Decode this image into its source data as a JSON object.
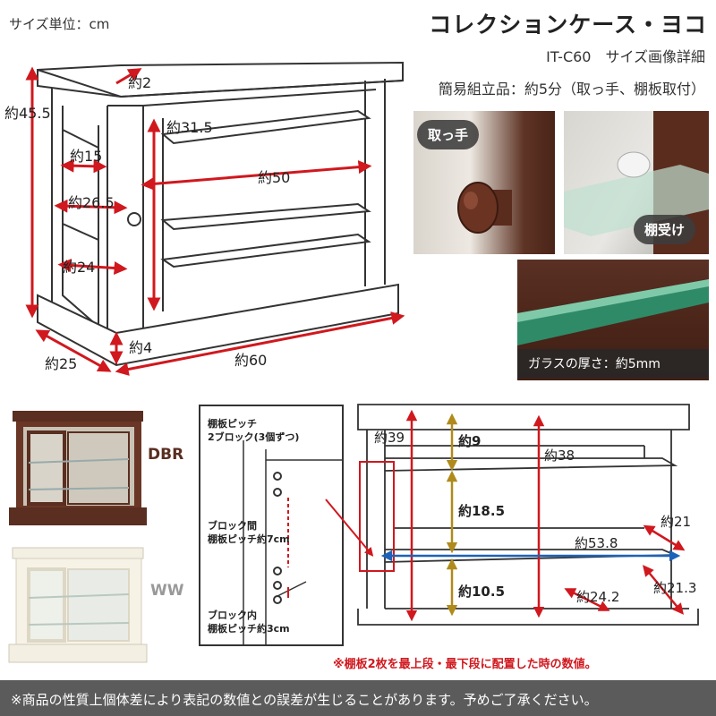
{
  "header": {
    "unit": "サイズ単位：cm",
    "title": "コレクションケース・ヨコ",
    "model": "IT-C60　サイズ画像詳細",
    "assembly": "簡易組立品：約5分（取っ手、棚板取付）"
  },
  "main_dimensions": {
    "top_thickness": "約2",
    "height": "約45.5",
    "side_shelf_gap": "約15",
    "inner_height": "約31.5",
    "side_shelf_depth": "約26.5",
    "inner_width": "約50",
    "side_bottom_depth": "約24",
    "base_height": "約4",
    "depth": "約25",
    "width": "約60"
  },
  "photos": {
    "handle_label": "取っ手",
    "shelf_support_label": "棚受け",
    "glass_thickness_label": "ガラスの厚さ：約5mm"
  },
  "colors": {
    "dbr_label": "DBR",
    "ww_label": "WW",
    "dbr_hex": "#5a2e20",
    "ww_hex": "#f3efe2",
    "accent_red": "#d0181e",
    "accent_blue": "#1c62b8",
    "accent_gold": "#b08a1a"
  },
  "pitch_detail": {
    "title_line1": "棚板ピッチ",
    "title_line2": "2ブロック(3個ずつ)",
    "between_line1": "ブロック間",
    "between_line2": "棚板ピッチ約7cm",
    "within_line1": "ブロック内",
    "within_line2": "棚板ピッチ約3cm"
  },
  "inner_dimensions": {
    "left_height": "約39",
    "top_gap": "約9",
    "inner_height": "約38",
    "middle_gap": "約18.5",
    "shelf_depth": "約21",
    "shelf_width": "約53.8",
    "bottom_gap": "約10.5",
    "floor_depth": "約24.2",
    "right_depth": "約21.3"
  },
  "note": "※棚板2枚を最上段・最下段に配置した時の数値。",
  "footer": "※商品の性質上個体差により表記の数値との誤差が生じることがあります。予めご了承ください。"
}
